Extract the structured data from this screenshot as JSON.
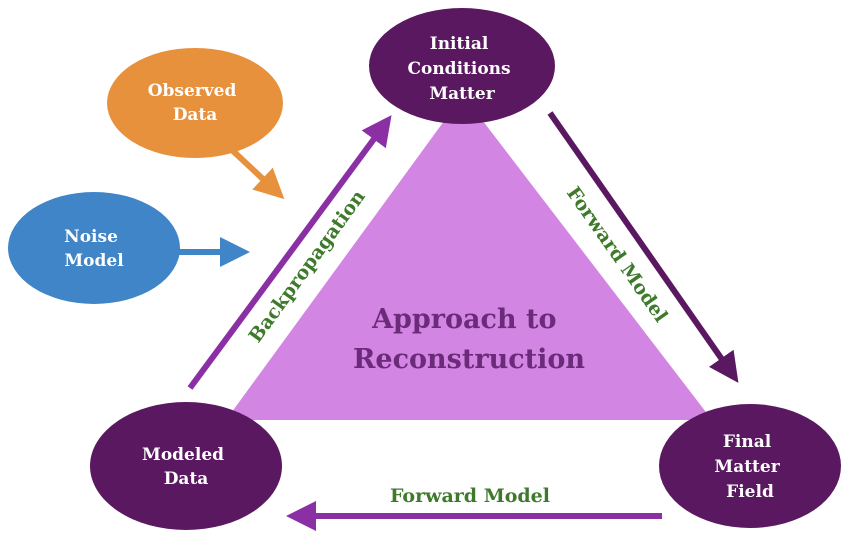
{
  "nodes": {
    "initial_conditions": [
      "Initial",
      "Conditions",
      "Matter"
    ],
    "observed_data": [
      "Observed",
      "Data"
    ],
    "noise_model": [
      "Noise",
      "Model"
    ],
    "modeled_data": [
      "Modeled",
      "Data"
    ],
    "final_matter_field": [
      "Final",
      "Matter",
      "Field"
    ]
  },
  "center": [
    "Approach to",
    "Reconstruction"
  ],
  "edges": {
    "backpropagation": "Backpropagation",
    "forward_model_right": "Forward Model",
    "forward_model_bottom": "Forward Model"
  },
  "colors": {
    "dark_purple": "#5a1860",
    "triangle": "#d385e3",
    "arrow_purple": "#8a2fa4",
    "orange": "#e8913d",
    "blue": "#3f85c8",
    "green_text": "#3f7a2c",
    "center_text": "#6b2a7a"
  }
}
